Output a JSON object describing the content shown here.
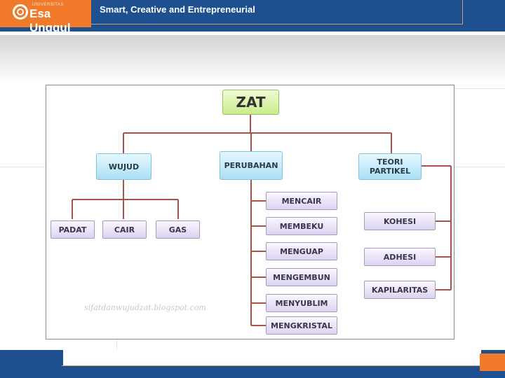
{
  "header": {
    "logo_small": "UNIVERSITAS",
    "logo_text": "Esa Unggul",
    "tagline": "Smart, Creative and Entrepreneurial"
  },
  "diagram": {
    "root": "ZAT",
    "wujud": "WUJUD",
    "perubahan": "PERUBAHAN",
    "teori_line1": "TEORI",
    "teori_line2": "PARTIKEL",
    "wujud_children": [
      "PADAT",
      "CAIR",
      "GAS"
    ],
    "perubahan_children": [
      "MENCAIR",
      "MEMBEKU",
      "MENGUAP",
      "MENGEMBUN",
      "MENYUBLIM",
      "MENGKRISTAL"
    ],
    "teori_children": [
      "KOHESI",
      "ADHESI",
      "KAPILARITAS"
    ],
    "watermark": "sifatdanwujudzat.blogspot.com"
  },
  "colors": {
    "header_blue": "#1e4f8f",
    "logo_orange": "#f07a2a",
    "connector": "#a8524a"
  }
}
